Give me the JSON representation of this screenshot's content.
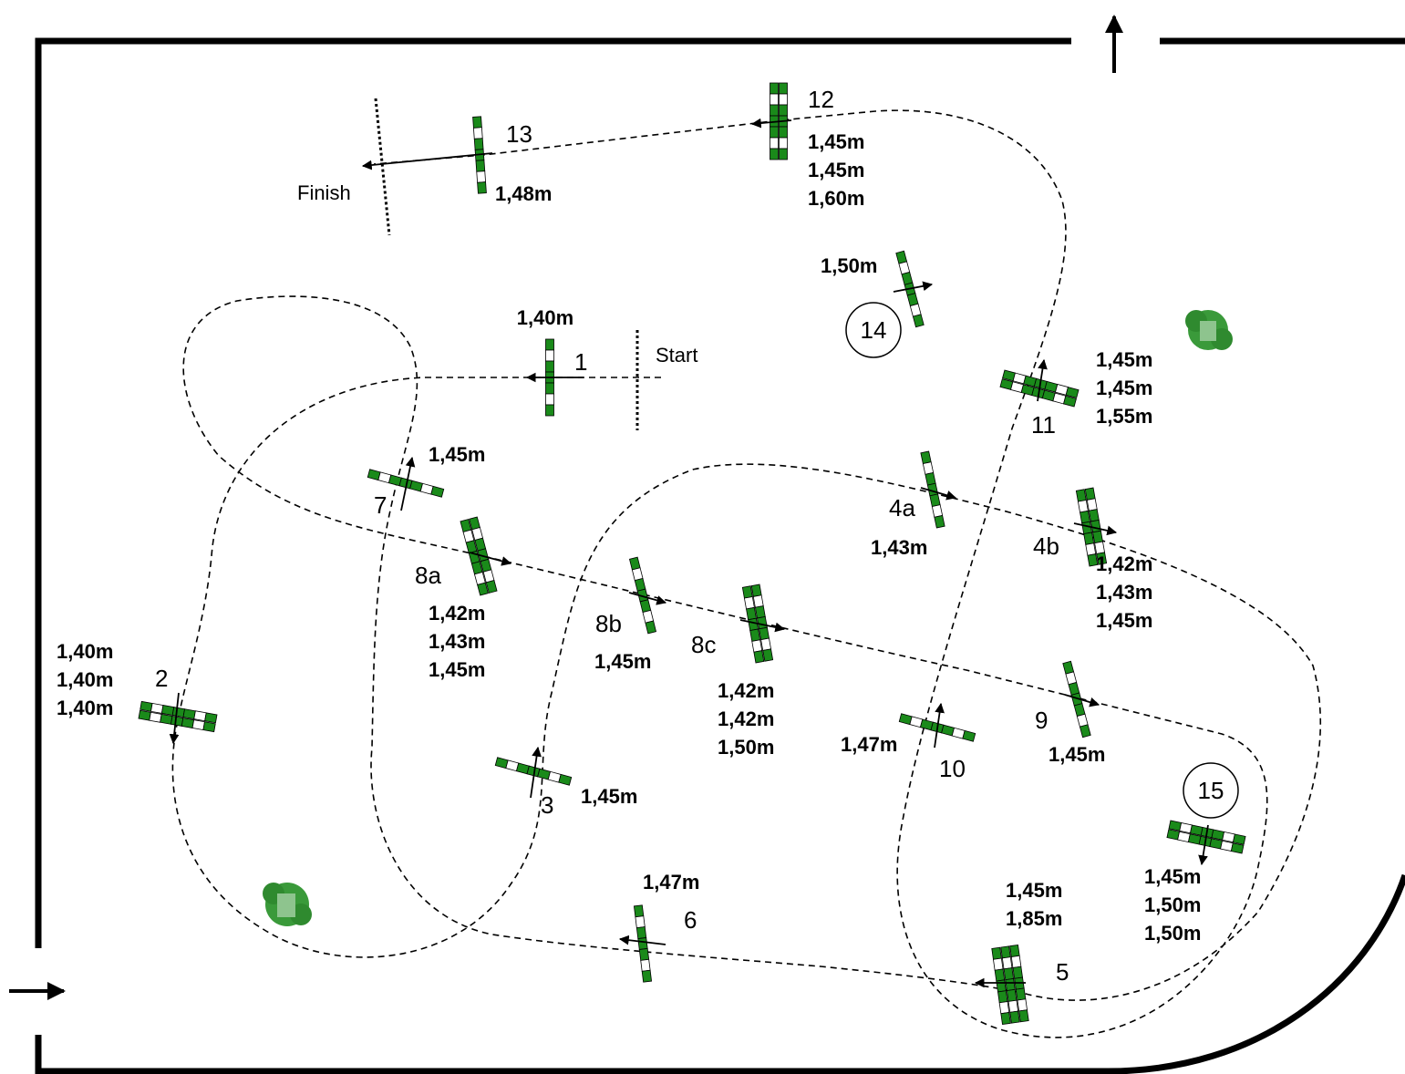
{
  "labels": {
    "start": "Start",
    "finish": "Finish"
  },
  "colors": {
    "pole_green": "#1a8a1a",
    "pole_white": "#ffffff",
    "outline": "#000000",
    "path": "#000000",
    "bush": "#3a9a3a"
  },
  "obstacles": [
    {
      "id": "o1",
      "number": "1",
      "heights": [
        "1,40m"
      ]
    },
    {
      "id": "o2",
      "number": "2",
      "heights": [
        "1,40m",
        "1,40m",
        "1,40m"
      ]
    },
    {
      "id": "o3",
      "number": "3",
      "heights": [
        "1,45m"
      ]
    },
    {
      "id": "o4a",
      "number": "4a",
      "heights": [
        "1,43m"
      ]
    },
    {
      "id": "o4b",
      "number": "4b",
      "heights": [
        "1,42m",
        "1,43m",
        "1,45m"
      ]
    },
    {
      "id": "o5",
      "number": "5",
      "heights": [
        "1,45m",
        "1,85m"
      ]
    },
    {
      "id": "o6",
      "number": "6",
      "heights": [
        "1,47m"
      ]
    },
    {
      "id": "o7",
      "number": "7",
      "heights": [
        "1,45m"
      ]
    },
    {
      "id": "o8a",
      "number": "8a",
      "heights": [
        "1,42m",
        "1,43m",
        "1,45m"
      ]
    },
    {
      "id": "o8b",
      "number": "8b",
      "heights": [
        "1,45m"
      ]
    },
    {
      "id": "o8c",
      "number": "8c",
      "heights": [
        "1,42m",
        "1,42m",
        "1,50m"
      ]
    },
    {
      "id": "o9",
      "number": "9",
      "heights": [
        "1,45m"
      ]
    },
    {
      "id": "o10",
      "number": "10",
      "heights": [
        "1,47m"
      ]
    },
    {
      "id": "o11",
      "number": "11",
      "heights": [
        "1,45m",
        "1,45m",
        "1,55m"
      ]
    },
    {
      "id": "o12",
      "number": "12",
      "heights": [
        "1,45m",
        "1,45m",
        "1,60m"
      ]
    },
    {
      "id": "o13",
      "number": "13",
      "heights": [
        "1,48m"
      ]
    },
    {
      "id": "o14",
      "number": "14",
      "heights": [
        "1,50m"
      ]
    },
    {
      "id": "o15",
      "number": "15",
      "heights": [
        "1,45m",
        "1,50m",
        "1,50m"
      ]
    }
  ]
}
